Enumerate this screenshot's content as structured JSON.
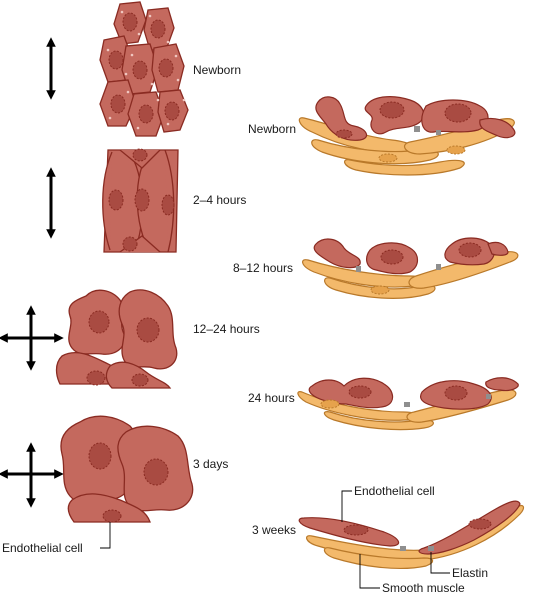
{
  "left_panel": {
    "stages": [
      {
        "label": "Newborn",
        "arrow": "vertical-double-arrow"
      },
      {
        "label": "2–4 hours",
        "arrow": "vertical-double-arrow"
      },
      {
        "label": "12–24 hours",
        "arrow": "four-way-arrow"
      },
      {
        "label": "3 days",
        "arrow": "four-way-arrow"
      }
    ],
    "callout": "Endothelial cell"
  },
  "right_panel": {
    "stages": [
      {
        "label": "Newborn"
      },
      {
        "label": "8–12 hours"
      },
      {
        "label": "24 hours"
      },
      {
        "label": "3 weeks"
      }
    ],
    "callouts": {
      "endothelial": "Endothelial cell",
      "smooth_muscle": "Smooth muscle",
      "elastin": "Elastin"
    }
  },
  "colors": {
    "endothelial_fill": "#c4695e",
    "endothelial_outline": "#8a2b22",
    "nucleus_fill": "#a94b42",
    "smooth_muscle_fill": "#f3b96b",
    "smooth_muscle_outline": "#b9792a",
    "elastin": "#8f8f8f"
  }
}
